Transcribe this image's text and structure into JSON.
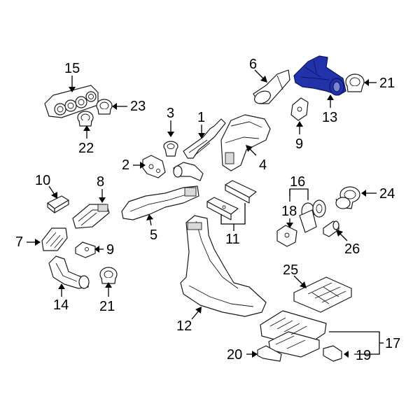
{
  "callouts": {
    "c1": "1",
    "c2": "2",
    "c3": "3",
    "c4": "4",
    "c5": "5",
    "c6": "6",
    "c7": "7",
    "c8": "8",
    "c9a": "9",
    "c9b": "9",
    "c10": "10",
    "c11": "11",
    "c12": "12",
    "c13": "13",
    "c14": "14",
    "c15": "15",
    "c16": "16",
    "c17": "17",
    "c18": "18",
    "c19": "19",
    "c20": "20",
    "c21a": "21",
    "c21b": "21",
    "c22": "22",
    "c23": "23",
    "c24": "24",
    "c25": "25",
    "c26": "26"
  },
  "colors": {
    "highlight": "#2233aa",
    "line": "#1a1a1a",
    "background": "#ffffff"
  },
  "highlighted_part": "13"
}
